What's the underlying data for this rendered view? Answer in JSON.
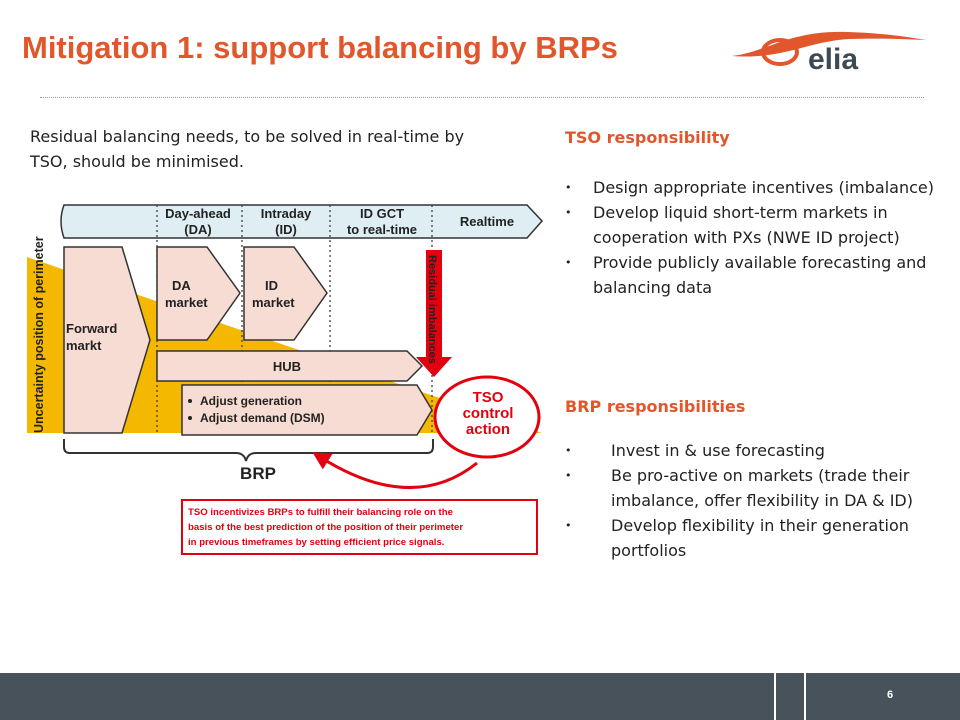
{
  "title": "Mitigation 1: support balancing by BRPs",
  "logo": {
    "text": "elia",
    "accent": "#e2562b",
    "text_color": "#3c4a55"
  },
  "intro": "Residual balancing needs, to be solved in real-time by TSO, should be minimised.",
  "diagram": {
    "timeline": [
      "Day-ahead",
      "(DA)",
      "Intraday",
      "(ID)",
      "ID GCT",
      "to real-time",
      "Realtime"
    ],
    "uncertainty": "Uncertainty position of perimeter",
    "forward": [
      "Forward",
      "markt"
    ],
    "da_market": [
      "DA",
      "market"
    ],
    "id_market": [
      "ID",
      "market"
    ],
    "residual": "Residual imbalances",
    "hub": "HUB",
    "adjust": [
      "Adjust generation",
      "Adjust demand (DSM)"
    ],
    "tso_action": [
      "TSO",
      "control",
      "action"
    ],
    "brp": "BRP",
    "note": [
      "TSO incentivizes BRPs to fulfill their balancing role on the",
      "basis of the best prediction of the position of their perimeter",
      "in previous timeframes by setting efficient price signals."
    ],
    "colors": {
      "yellow": "#f5b800",
      "pink": "#f6dcd2",
      "timeline": "#dfeef3",
      "red": "#e3000f"
    }
  },
  "tso": {
    "heading": "TSO responsibility",
    "items": [
      "Design appropriate incentives (imbalance)",
      "Develop liquid short-term markets in cooperation with PXs (NWE ID project)",
      "Provide publicly available forecasting and balancing data"
    ]
  },
  "brp": {
    "heading": "BRP responsibilities",
    "items": [
      "Invest in & use forecasting",
      "Be pro-active on markets (trade their imbalance, offer flexibility in DA & ID)",
      "Develop flexibility in their generation portfolios"
    ]
  },
  "footer": {
    "page": "6",
    "bg": "#47525a"
  }
}
